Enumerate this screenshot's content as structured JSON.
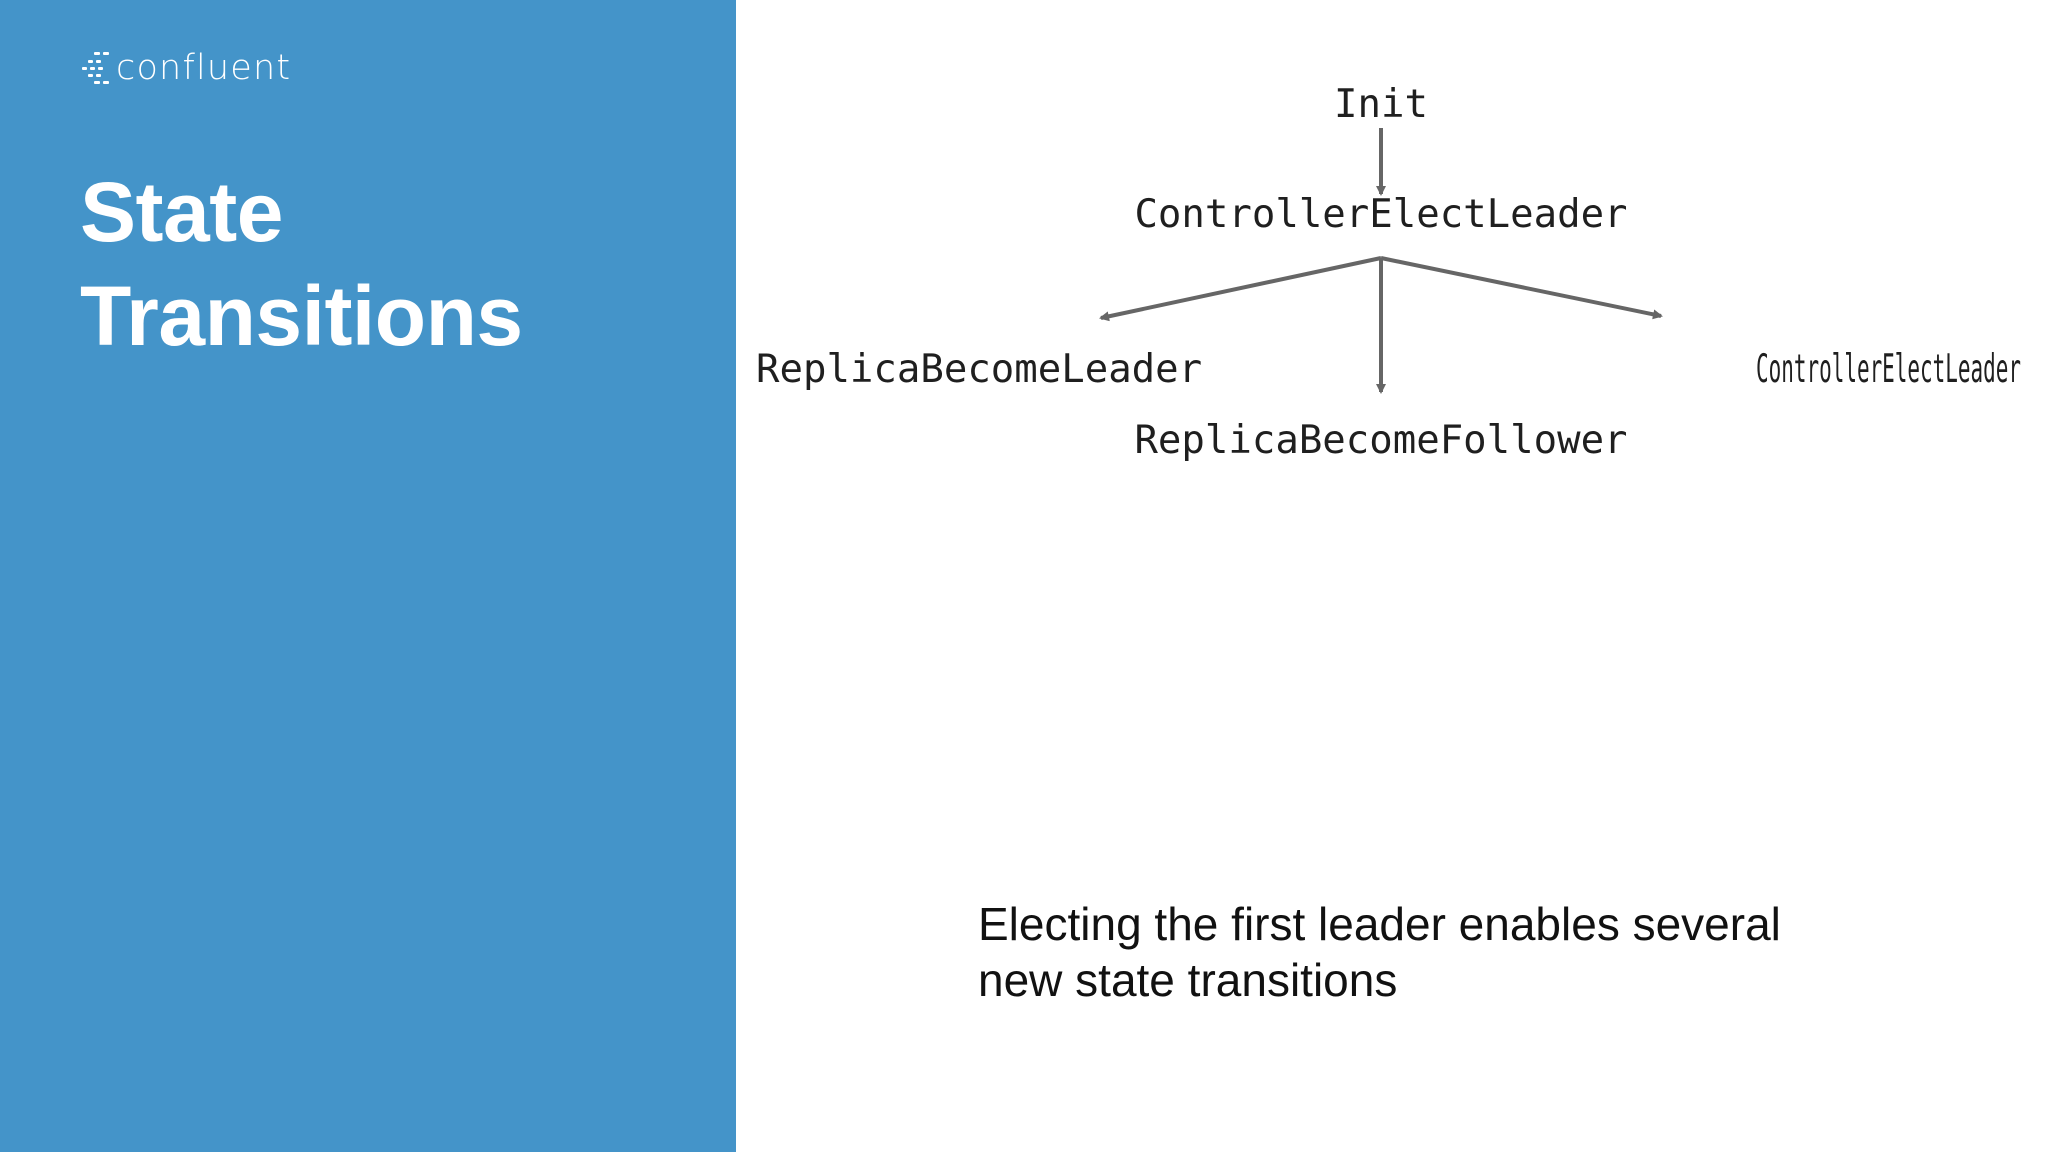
{
  "brand": {
    "logo_text": "confluent",
    "logo_icon": "confluent-logo-icon"
  },
  "title": {
    "line1": "State",
    "line2": "Transitions"
  },
  "diagram": {
    "nodes": {
      "init": "Init",
      "controller_elect_leader": "ControllerElectLeader",
      "replica_become_leader": "ReplicaBecomeLeader",
      "replica_become_follower": "ReplicaBecomeFollower",
      "controller_elect_leader_2": "ControllerElectLeader"
    },
    "edges": [
      {
        "from": "Init",
        "to": "ControllerElectLeader"
      },
      {
        "from": "ControllerElectLeader",
        "to": "ReplicaBecomeLeader"
      },
      {
        "from": "ControllerElectLeader",
        "to": "ReplicaBecomeFollower"
      },
      {
        "from": "ControllerElectLeader",
        "to": "ControllerElectLeader"
      }
    ]
  },
  "caption": {
    "line1": "Electing the first leader enables several",
    "line2": "new state transitions"
  },
  "colors": {
    "panel": "#4494c9",
    "arrow": "#666666",
    "text": "#1f1f1f"
  }
}
